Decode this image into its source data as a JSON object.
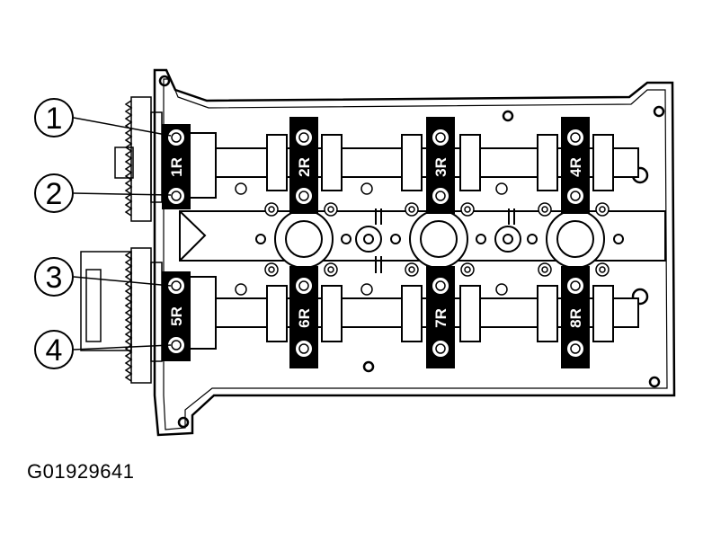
{
  "figure_id": "G01929641",
  "callouts": [
    {
      "number": "1"
    },
    {
      "number": "2"
    },
    {
      "number": "3"
    },
    {
      "number": "4"
    }
  ],
  "bearing_caps": [
    {
      "label": "1R"
    },
    {
      "label": "2R"
    },
    {
      "label": "3R"
    },
    {
      "label": "4R"
    },
    {
      "label": "5R"
    },
    {
      "label": "6R"
    },
    {
      "label": "7R"
    },
    {
      "label": "8R"
    }
  ]
}
